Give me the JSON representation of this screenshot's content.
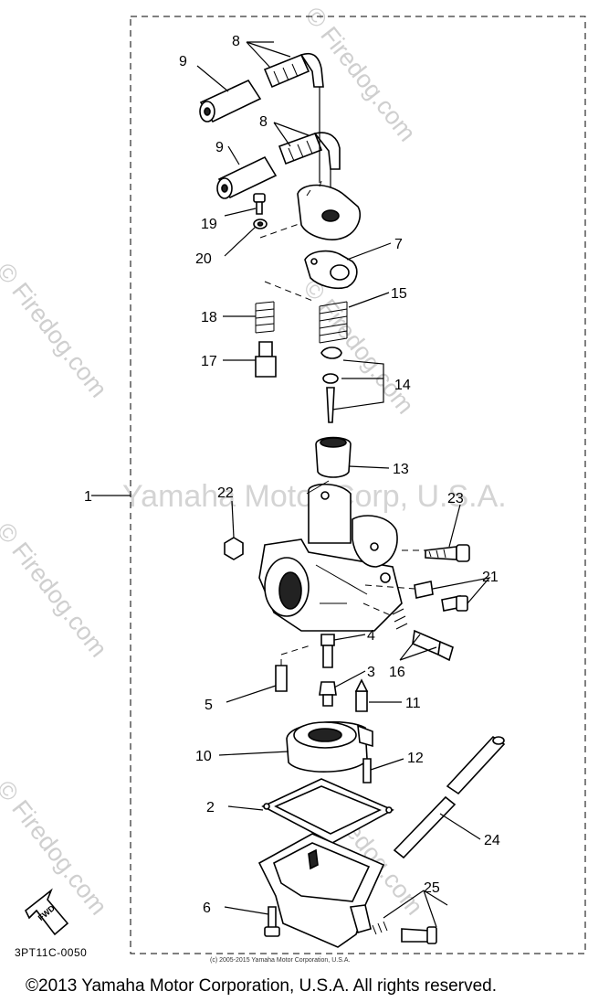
{
  "watermarks": {
    "side": "© Firedog.com",
    "center": "Yamaha Motor Corp, U.S.A."
  },
  "labels": [
    {
      "id": "8a",
      "text": "8"
    },
    {
      "id": "9a",
      "text": "9"
    },
    {
      "id": "8b",
      "text": "8"
    },
    {
      "id": "9b",
      "text": "9"
    },
    {
      "id": "19",
      "text": "19"
    },
    {
      "id": "20",
      "text": "20"
    },
    {
      "id": "7",
      "text": "7"
    },
    {
      "id": "18",
      "text": "18"
    },
    {
      "id": "15",
      "text": "15"
    },
    {
      "id": "17",
      "text": "17"
    },
    {
      "id": "14",
      "text": "14"
    },
    {
      "id": "13",
      "text": "13"
    },
    {
      "id": "1",
      "text": "1"
    },
    {
      "id": "22",
      "text": "22"
    },
    {
      "id": "23",
      "text": "23"
    },
    {
      "id": "21",
      "text": "21"
    },
    {
      "id": "4",
      "text": "4"
    },
    {
      "id": "16",
      "text": "16"
    },
    {
      "id": "3",
      "text": "3"
    },
    {
      "id": "5",
      "text": "5"
    },
    {
      "id": "11",
      "text": "11"
    },
    {
      "id": "10",
      "text": "10"
    },
    {
      "id": "12",
      "text": "12"
    },
    {
      "id": "2",
      "text": "2"
    },
    {
      "id": "24",
      "text": "24"
    },
    {
      "id": "25",
      "text": "25"
    },
    {
      "id": "6",
      "text": "6"
    }
  ],
  "fwd_label": "FWD",
  "diagram_code": "3PT11C-0050",
  "small_copyright": "(c) 2005-2015 Yamaha Motor Corporation, U.S.A.",
  "footer": "©2013 Yamaha Motor Corporation, U.S.A. All rights reserved."
}
